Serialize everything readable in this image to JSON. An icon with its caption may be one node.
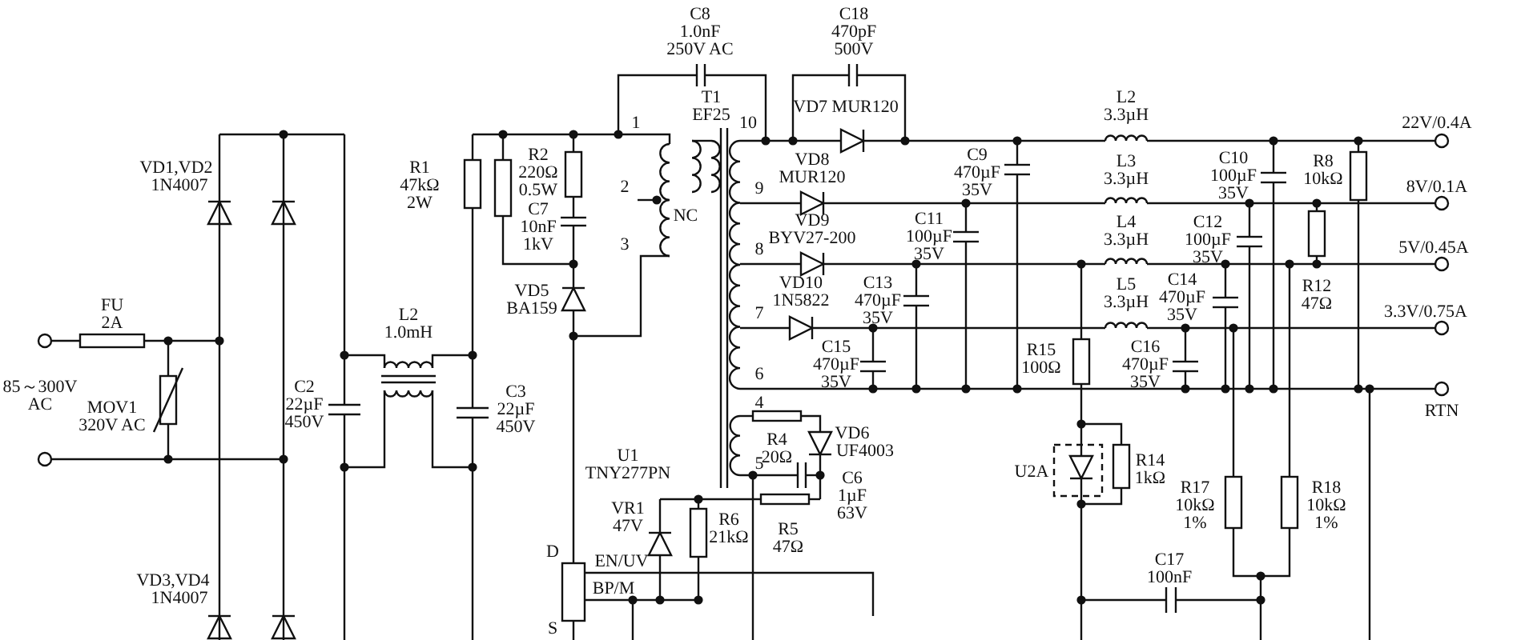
{
  "diagram": {
    "labels": [
      "C8",
      "1.0nF",
      "250V AC",
      "C18",
      "470pF",
      "500V",
      "T1",
      "EF25",
      "1",
      "10",
      "VD7 MUR120",
      "L2",
      "3.3µH",
      "22V/0.4A",
      "R1",
      "47kΩ",
      "2W",
      "R2",
      "220Ω",
      "0.5W",
      "C7",
      "10nF",
      "1kV",
      "VD1,VD2",
      "1N4007",
      "2",
      "NC",
      "9",
      "VD8",
      "MUR120",
      "C9",
      "470µF",
      "35V",
      "L3",
      "3.3µH",
      "C10",
      "100µF",
      "35V",
      "R8",
      "10kΩ",
      "8V/0.1A",
      "3",
      "8",
      "VD9",
      "BYV27-200",
      "C11",
      "100µF",
      "35V",
      "L4",
      "3.3µH",
      "C12",
      "100µF",
      "35V",
      "5V/0.45A",
      "FU",
      "2A",
      "VD5",
      "BA159",
      "VD10",
      "1N5822",
      "C13",
      "470µF",
      "35V",
      "L5",
      "3.3µH",
      "C14",
      "470µF",
      "35V",
      "R12",
      "47Ω",
      "3.3V/0.75A",
      "L2",
      "1.0mH",
      "7",
      "C15",
      "470µF",
      "35V",
      "R15",
      "100Ω",
      "C16",
      "470µF",
      "35V",
      "C2",
      "22µF",
      "450V",
      "C3",
      "22µF",
      "450V",
      "85～300V",
      "AC",
      "MOV1",
      "320V AC",
      "6",
      "RTN",
      "4",
      "R4",
      "20Ω",
      "VD6",
      "UF4003",
      "C6",
      "1µF",
      "63V",
      "U1",
      "TNY277PN",
      "5",
      "U2A",
      "R14",
      "1kΩ",
      "R17",
      "10kΩ",
      "1%",
      "R18",
      "10kΩ",
      "1%",
      "VR1",
      "47V",
      "R6",
      "21kΩ",
      "R5",
      "47Ω",
      "C17",
      "100nF",
      "D",
      "EN/UV",
      "BP/M",
      "S",
      "VD3,VD4",
      "1N4007"
    ]
  }
}
